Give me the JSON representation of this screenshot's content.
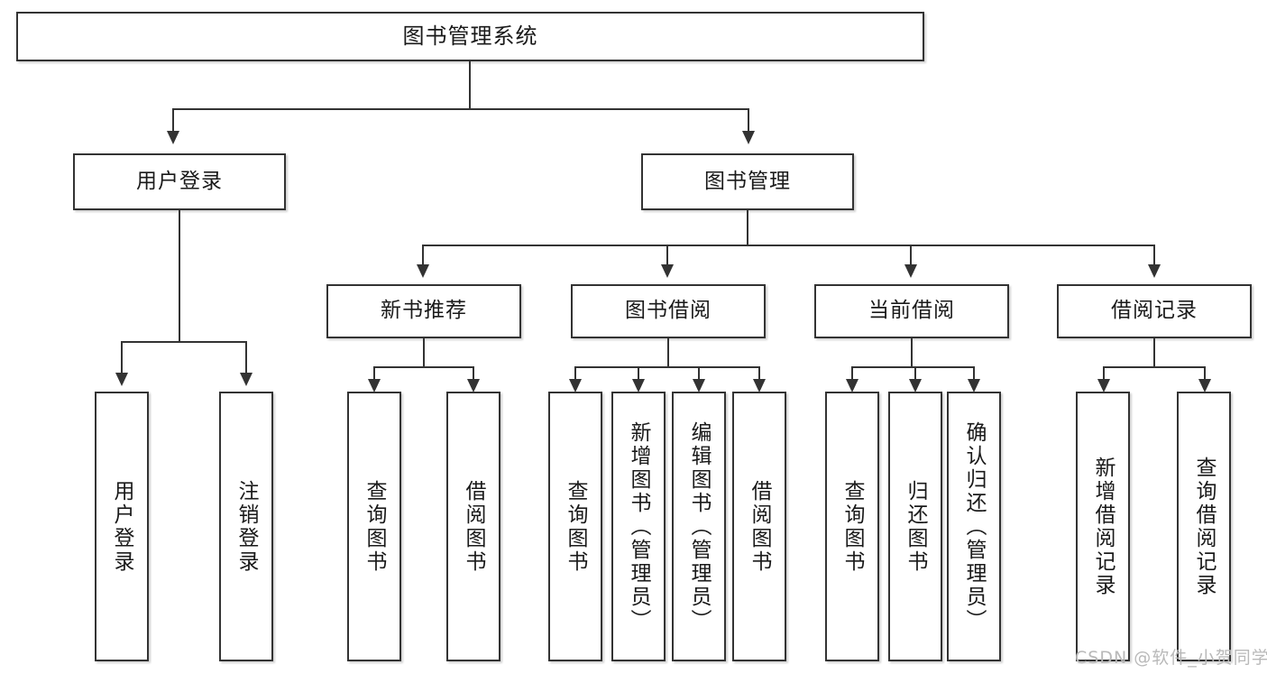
{
  "diagram": {
    "title": "图书管理系统",
    "type": "tree-hierarchy-diagram",
    "root": {
      "id": "root",
      "label": "图书管理系统"
    },
    "level2": [
      {
        "id": "user-login",
        "label": "用户登录"
      },
      {
        "id": "book-management",
        "label": "图书管理"
      }
    ],
    "level3": [
      {
        "id": "new-book-recommend",
        "label": "新书推荐",
        "parent": "book-management"
      },
      {
        "id": "book-borrow",
        "label": "图书借阅",
        "parent": "book-management"
      },
      {
        "id": "current-borrow",
        "label": "当前借阅",
        "parent": "book-management"
      },
      {
        "id": "borrow-record",
        "label": "借阅记录",
        "parent": "book-management"
      }
    ],
    "leaves": {
      "user_login": [
        {
          "id": "leaf-user-login",
          "label": "用户登录"
        },
        {
          "id": "leaf-logout-login",
          "label": "注销登录"
        }
      ],
      "new_book_recommend": [
        {
          "id": "leaf-query-book-1",
          "label": "查询图书"
        },
        {
          "id": "leaf-borrow-book-1",
          "label": "借阅图书"
        }
      ],
      "book_borrow": [
        {
          "id": "leaf-query-book-2",
          "label": "查询图书"
        },
        {
          "id": "leaf-add-book",
          "label": "新增图书（管理员）"
        },
        {
          "id": "leaf-edit-book",
          "label": "编辑图书（管理员）"
        },
        {
          "id": "leaf-borrow-book-2",
          "label": "借阅图书"
        }
      ],
      "current_borrow": [
        {
          "id": "leaf-query-book-3",
          "label": "查询图书"
        },
        {
          "id": "leaf-return-book",
          "label": "归还图书"
        },
        {
          "id": "leaf-confirm-return",
          "label": "确认归还（管理员）"
        }
      ],
      "borrow_record": [
        {
          "id": "leaf-add-record",
          "label": "新增借阅记录"
        },
        {
          "id": "leaf-query-record",
          "label": "查询借阅记录"
        }
      ]
    },
    "colors": {
      "stroke": "#333333",
      "background": "#ffffff",
      "text": "#1a1a1a",
      "watermark": "#b9b9b9"
    }
  },
  "watermark": {
    "text": "CSDN @软件_小贺同学"
  }
}
